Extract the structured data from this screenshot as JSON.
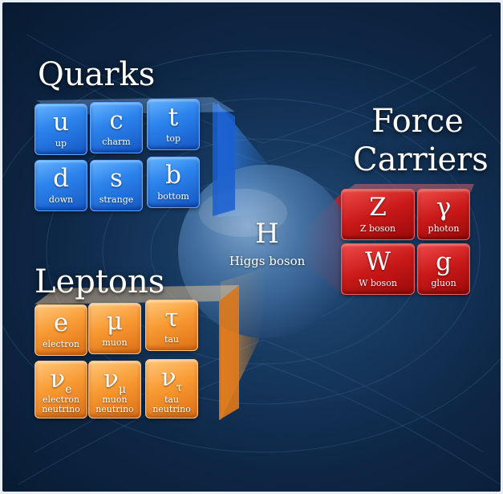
{
  "headings": {
    "quarks": "Quarks",
    "force_line1": "Force",
    "force_line2": "Carriers",
    "leptons": "Leptons"
  },
  "quarks": [
    {
      "symbol": "u",
      "label": "up"
    },
    {
      "symbol": "c",
      "label": "charm"
    },
    {
      "symbol": "t",
      "label": "top"
    },
    {
      "symbol": "d",
      "label": "down"
    },
    {
      "symbol": "s",
      "label": "strange"
    },
    {
      "symbol": "b",
      "label": "bottom"
    }
  ],
  "leptons": [
    {
      "symbol": "e",
      "label": "electron"
    },
    {
      "symbol": "μ",
      "label": "muon"
    },
    {
      "symbol": "τ",
      "label": "tau"
    },
    {
      "symbol": "ν",
      "sub": "e",
      "label_line1": "electron",
      "label_line2": "neutrino"
    },
    {
      "symbol": "ν",
      "sub": "μ",
      "label_line1": "muon",
      "label_line2": "neutrino"
    },
    {
      "symbol": "ν",
      "sub": "τ",
      "label_line1": "tau",
      "label_line2": "neutrino"
    }
  ],
  "force_carriers": [
    {
      "symbol": "Z",
      "label": "Z boson"
    },
    {
      "symbol": "γ",
      "label": "photon"
    },
    {
      "symbol": "W",
      "label": "W boson"
    },
    {
      "symbol": "g",
      "label": "gluon"
    }
  ],
  "higgs": {
    "symbol": "H",
    "label": "Higgs boson"
  },
  "colors": {
    "quark_blue": "#2d84ec",
    "lepton_orange": "#f89a33",
    "force_red": "#c81818",
    "background_navy": "#0e2746"
  }
}
